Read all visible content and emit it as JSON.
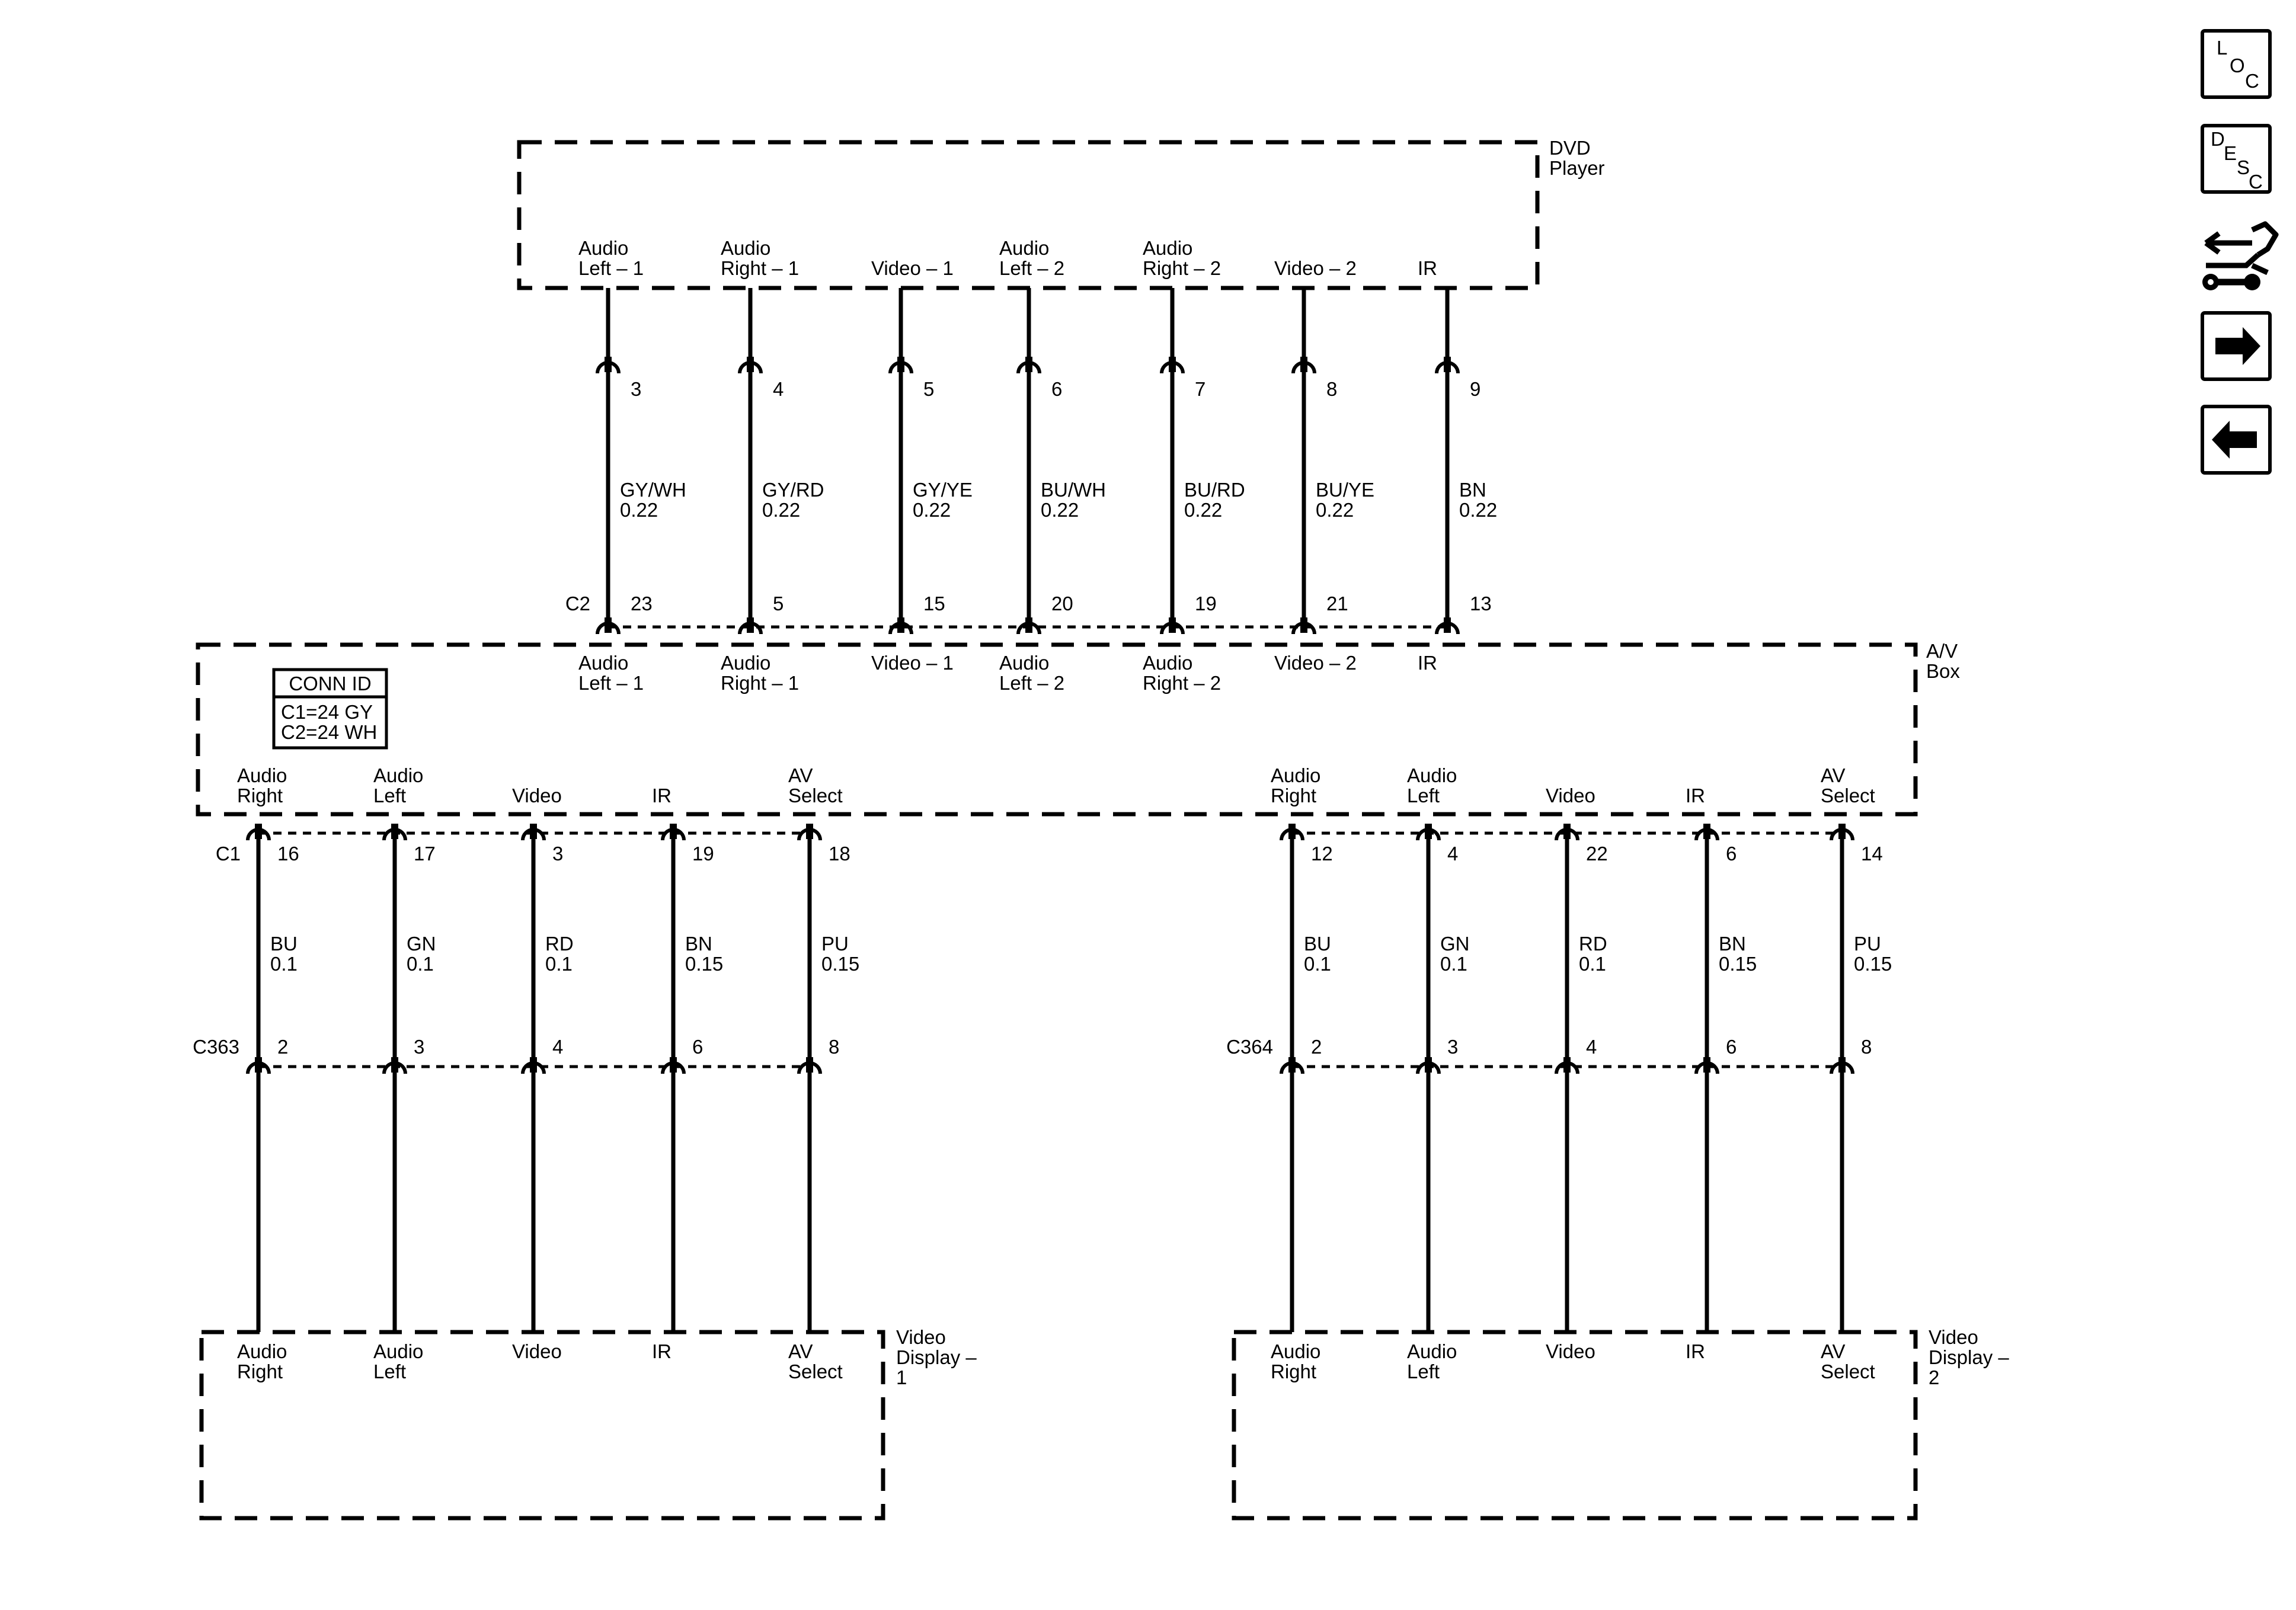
{
  "components": {
    "dvd": [
      "DVD",
      "Player"
    ],
    "av_box": [
      "A/V",
      "Box"
    ],
    "display1": [
      "Video",
      "Display –",
      "1"
    ],
    "display2": [
      "Video",
      "Display –",
      "2"
    ]
  },
  "conn_id": {
    "title": "CONN ID",
    "lines": [
      "C1=24 GY",
      "C2=24 WH"
    ]
  },
  "connectors": {
    "c2": "C2",
    "c1": "C1",
    "c363": "C363",
    "c364": "C364"
  },
  "top_circuits": [
    {
      "dvd_label": [
        "Audio",
        "Left – 1"
      ],
      "dvd_pin": "3",
      "color": "GY/WH",
      "gauge": "0.22",
      "c2_pin": "23",
      "box_label": [
        "Audio",
        "Left – 1"
      ]
    },
    {
      "dvd_label": [
        "Audio",
        "Right – 1"
      ],
      "dvd_pin": "4",
      "color": "GY/RD",
      "gauge": "0.22",
      "c2_pin": "5",
      "box_label": [
        "Audio",
        "Right – 1"
      ]
    },
    {
      "dvd_label": [
        "Video – 1"
      ],
      "dvd_pin": "5",
      "color": "GY/YE",
      "gauge": "0.22",
      "c2_pin": "15",
      "box_label": [
        "Video – 1"
      ]
    },
    {
      "dvd_label": [
        "Audio",
        "Left – 2"
      ],
      "dvd_pin": "6",
      "color": "BU/WH",
      "gauge": "0.22",
      "c2_pin": "20",
      "box_label": [
        "Audio",
        "Left – 2"
      ]
    },
    {
      "dvd_label": [
        "Audio",
        "Right – 2"
      ],
      "dvd_pin": "7",
      "color": "BU/RD",
      "gauge": "0.22",
      "c2_pin": "19",
      "box_label": [
        "Audio",
        "Right – 2"
      ]
    },
    {
      "dvd_label": [
        "Video – 2"
      ],
      "dvd_pin": "8",
      "color": "BU/YE",
      "gauge": "0.22",
      "c2_pin": "21",
      "box_label": [
        "Video – 2"
      ]
    },
    {
      "dvd_label": [
        "IR"
      ],
      "dvd_pin": "9",
      "color": "BN",
      "gauge": "0.22",
      "c2_pin": "13",
      "box_label": [
        "IR"
      ]
    }
  ],
  "bottom_groups": [
    {
      "circuits": [
        {
          "label": [
            "Audio",
            "Right"
          ],
          "c1_pin": "16",
          "color": "BU",
          "gauge": "0.1",
          "inline_pin": "2",
          "display_label": [
            "Audio",
            "Right"
          ]
        },
        {
          "label": [
            "Audio",
            "Left"
          ],
          "c1_pin": "17",
          "color": "GN",
          "gauge": "0.1",
          "inline_pin": "3",
          "display_label": [
            "Audio",
            "Left"
          ]
        },
        {
          "label": [
            "Video"
          ],
          "c1_pin": "3",
          "color": "RD",
          "gauge": "0.1",
          "inline_pin": "4",
          "display_label": [
            "Video"
          ]
        },
        {
          "label": [
            "IR"
          ],
          "c1_pin": "19",
          "color": "BN",
          "gauge": "0.15",
          "inline_pin": "6",
          "display_label": [
            "IR"
          ]
        },
        {
          "label": [
            "AV",
            "Select"
          ],
          "c1_pin": "18",
          "color": "PU",
          "gauge": "0.15",
          "inline_pin": "8",
          "display_label": [
            "AV",
            "Select"
          ]
        }
      ]
    },
    {
      "circuits": [
        {
          "label": [
            "Audio",
            "Right"
          ],
          "c1_pin": "12",
          "color": "BU",
          "gauge": "0.1",
          "inline_pin": "2",
          "display_label": [
            "Audio",
            "Right"
          ]
        },
        {
          "label": [
            "Audio",
            "Left"
          ],
          "c1_pin": "4",
          "color": "GN",
          "gauge": "0.1",
          "inline_pin": "3",
          "display_label": [
            "Audio",
            "Left"
          ]
        },
        {
          "label": [
            "Video"
          ],
          "c1_pin": "22",
          "color": "RD",
          "gauge": "0.1",
          "inline_pin": "4",
          "display_label": [
            "Video"
          ]
        },
        {
          "label": [
            "IR"
          ],
          "c1_pin": "6",
          "color": "BN",
          "gauge": "0.15",
          "inline_pin": "6",
          "display_label": [
            "IR"
          ]
        },
        {
          "label": [
            "AV",
            "Select"
          ],
          "c1_pin": "14",
          "color": "PU",
          "gauge": "0.15",
          "inline_pin": "8",
          "display_label": [
            "AV",
            "Select"
          ]
        }
      ]
    }
  ],
  "nav": {
    "loc": [
      "L",
      "O",
      "C"
    ],
    "desc": [
      "D",
      "E",
      "S",
      "C"
    ]
  }
}
